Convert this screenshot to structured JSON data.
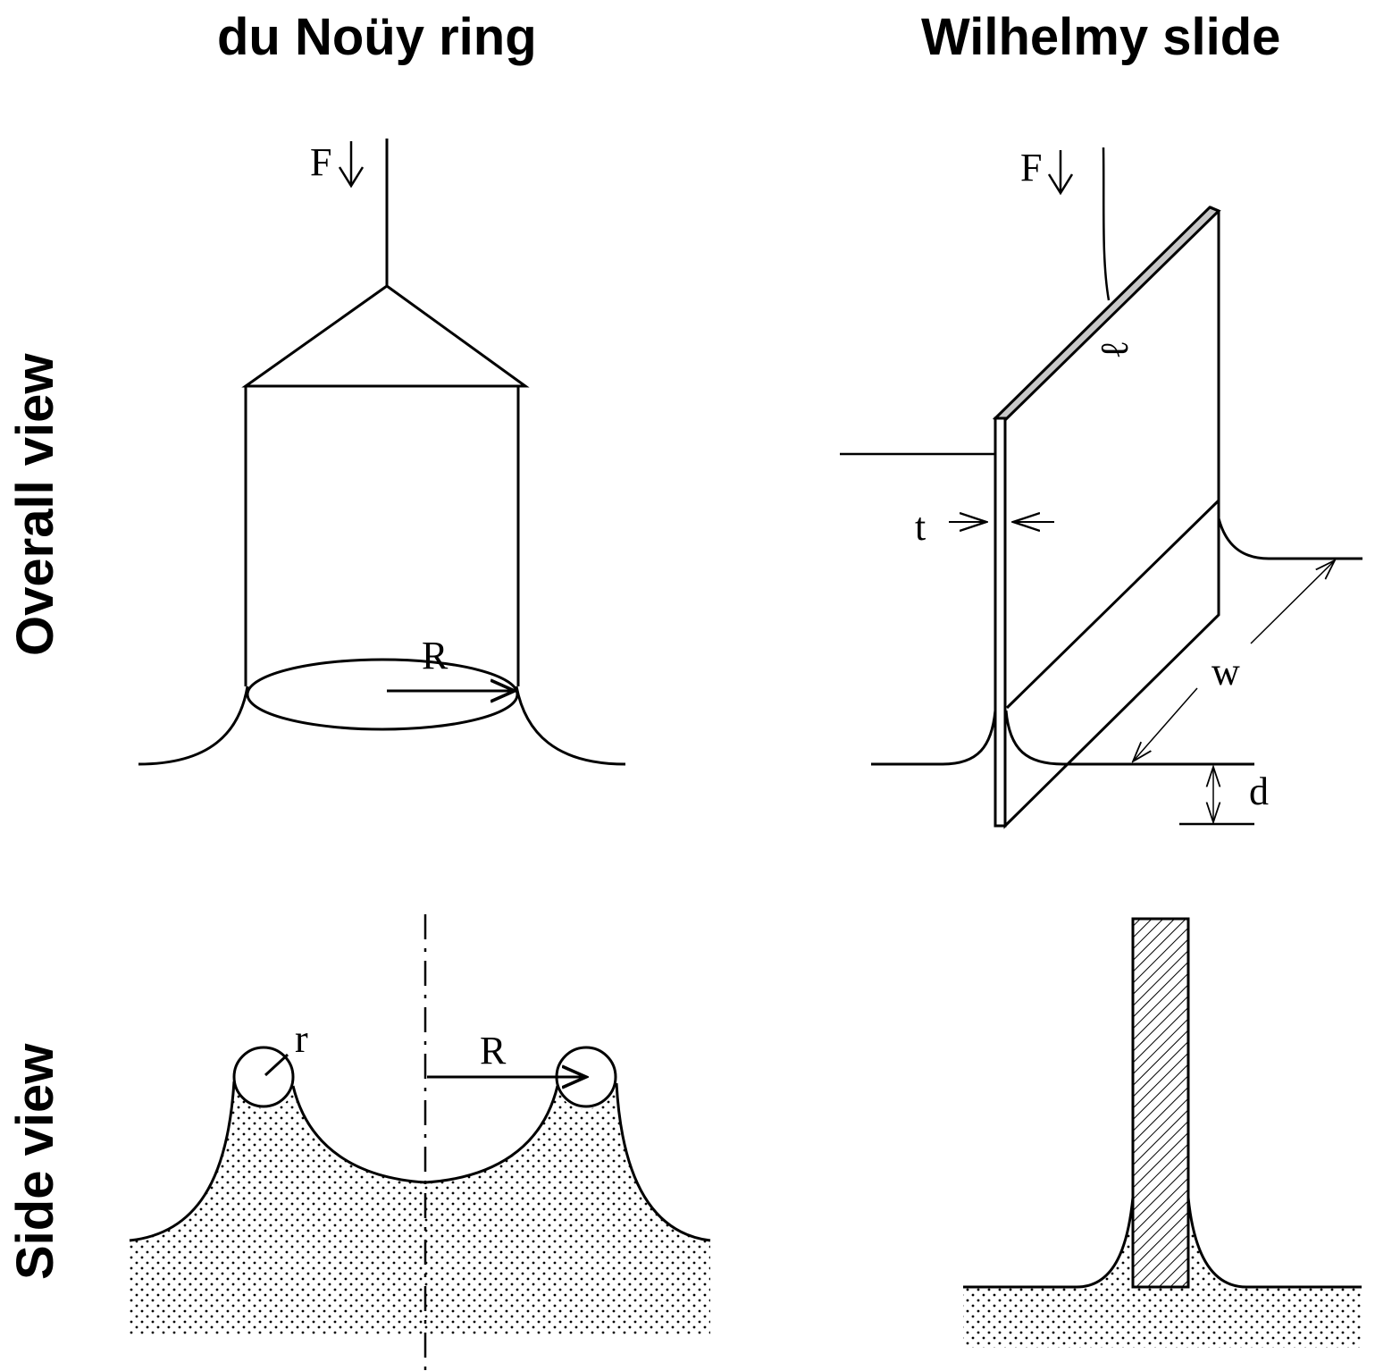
{
  "columns": {
    "left_title": "du Noüy ring",
    "right_title": "Wilhelmy slide"
  },
  "rows": {
    "top_label": "Overall view",
    "bottom_label": "Side view"
  },
  "symbols": {
    "force": "F",
    "ring_radius": "R",
    "wire_radius": "r",
    "thickness": "t",
    "width": "w",
    "depth": "d",
    "length": "ℓ"
  },
  "colors": {
    "line": "#000000",
    "background": "#ffffff",
    "liquid_dots": "#000000"
  }
}
